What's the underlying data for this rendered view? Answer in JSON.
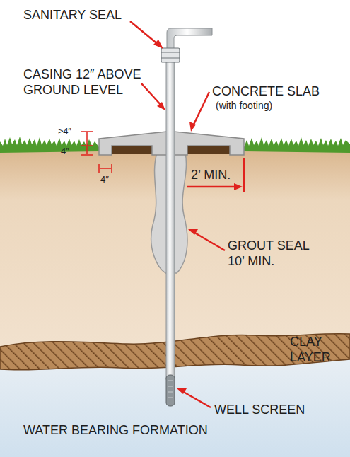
{
  "diagram": {
    "labels": [
      "SANITARY SEAL",
      "CASING 12″ ABOVE GROUND LEVEL",
      "CONCRETE SLAB",
      "(with footing)",
      "≥4″",
      "4″",
      "4″",
      "2’ MIN.",
      "GROUT SEAL 10’ MIN.",
      "CLAY LAYER",
      "WELL SCREEN",
      "WATER BEARING FORMATION"
    ]
  }
}
